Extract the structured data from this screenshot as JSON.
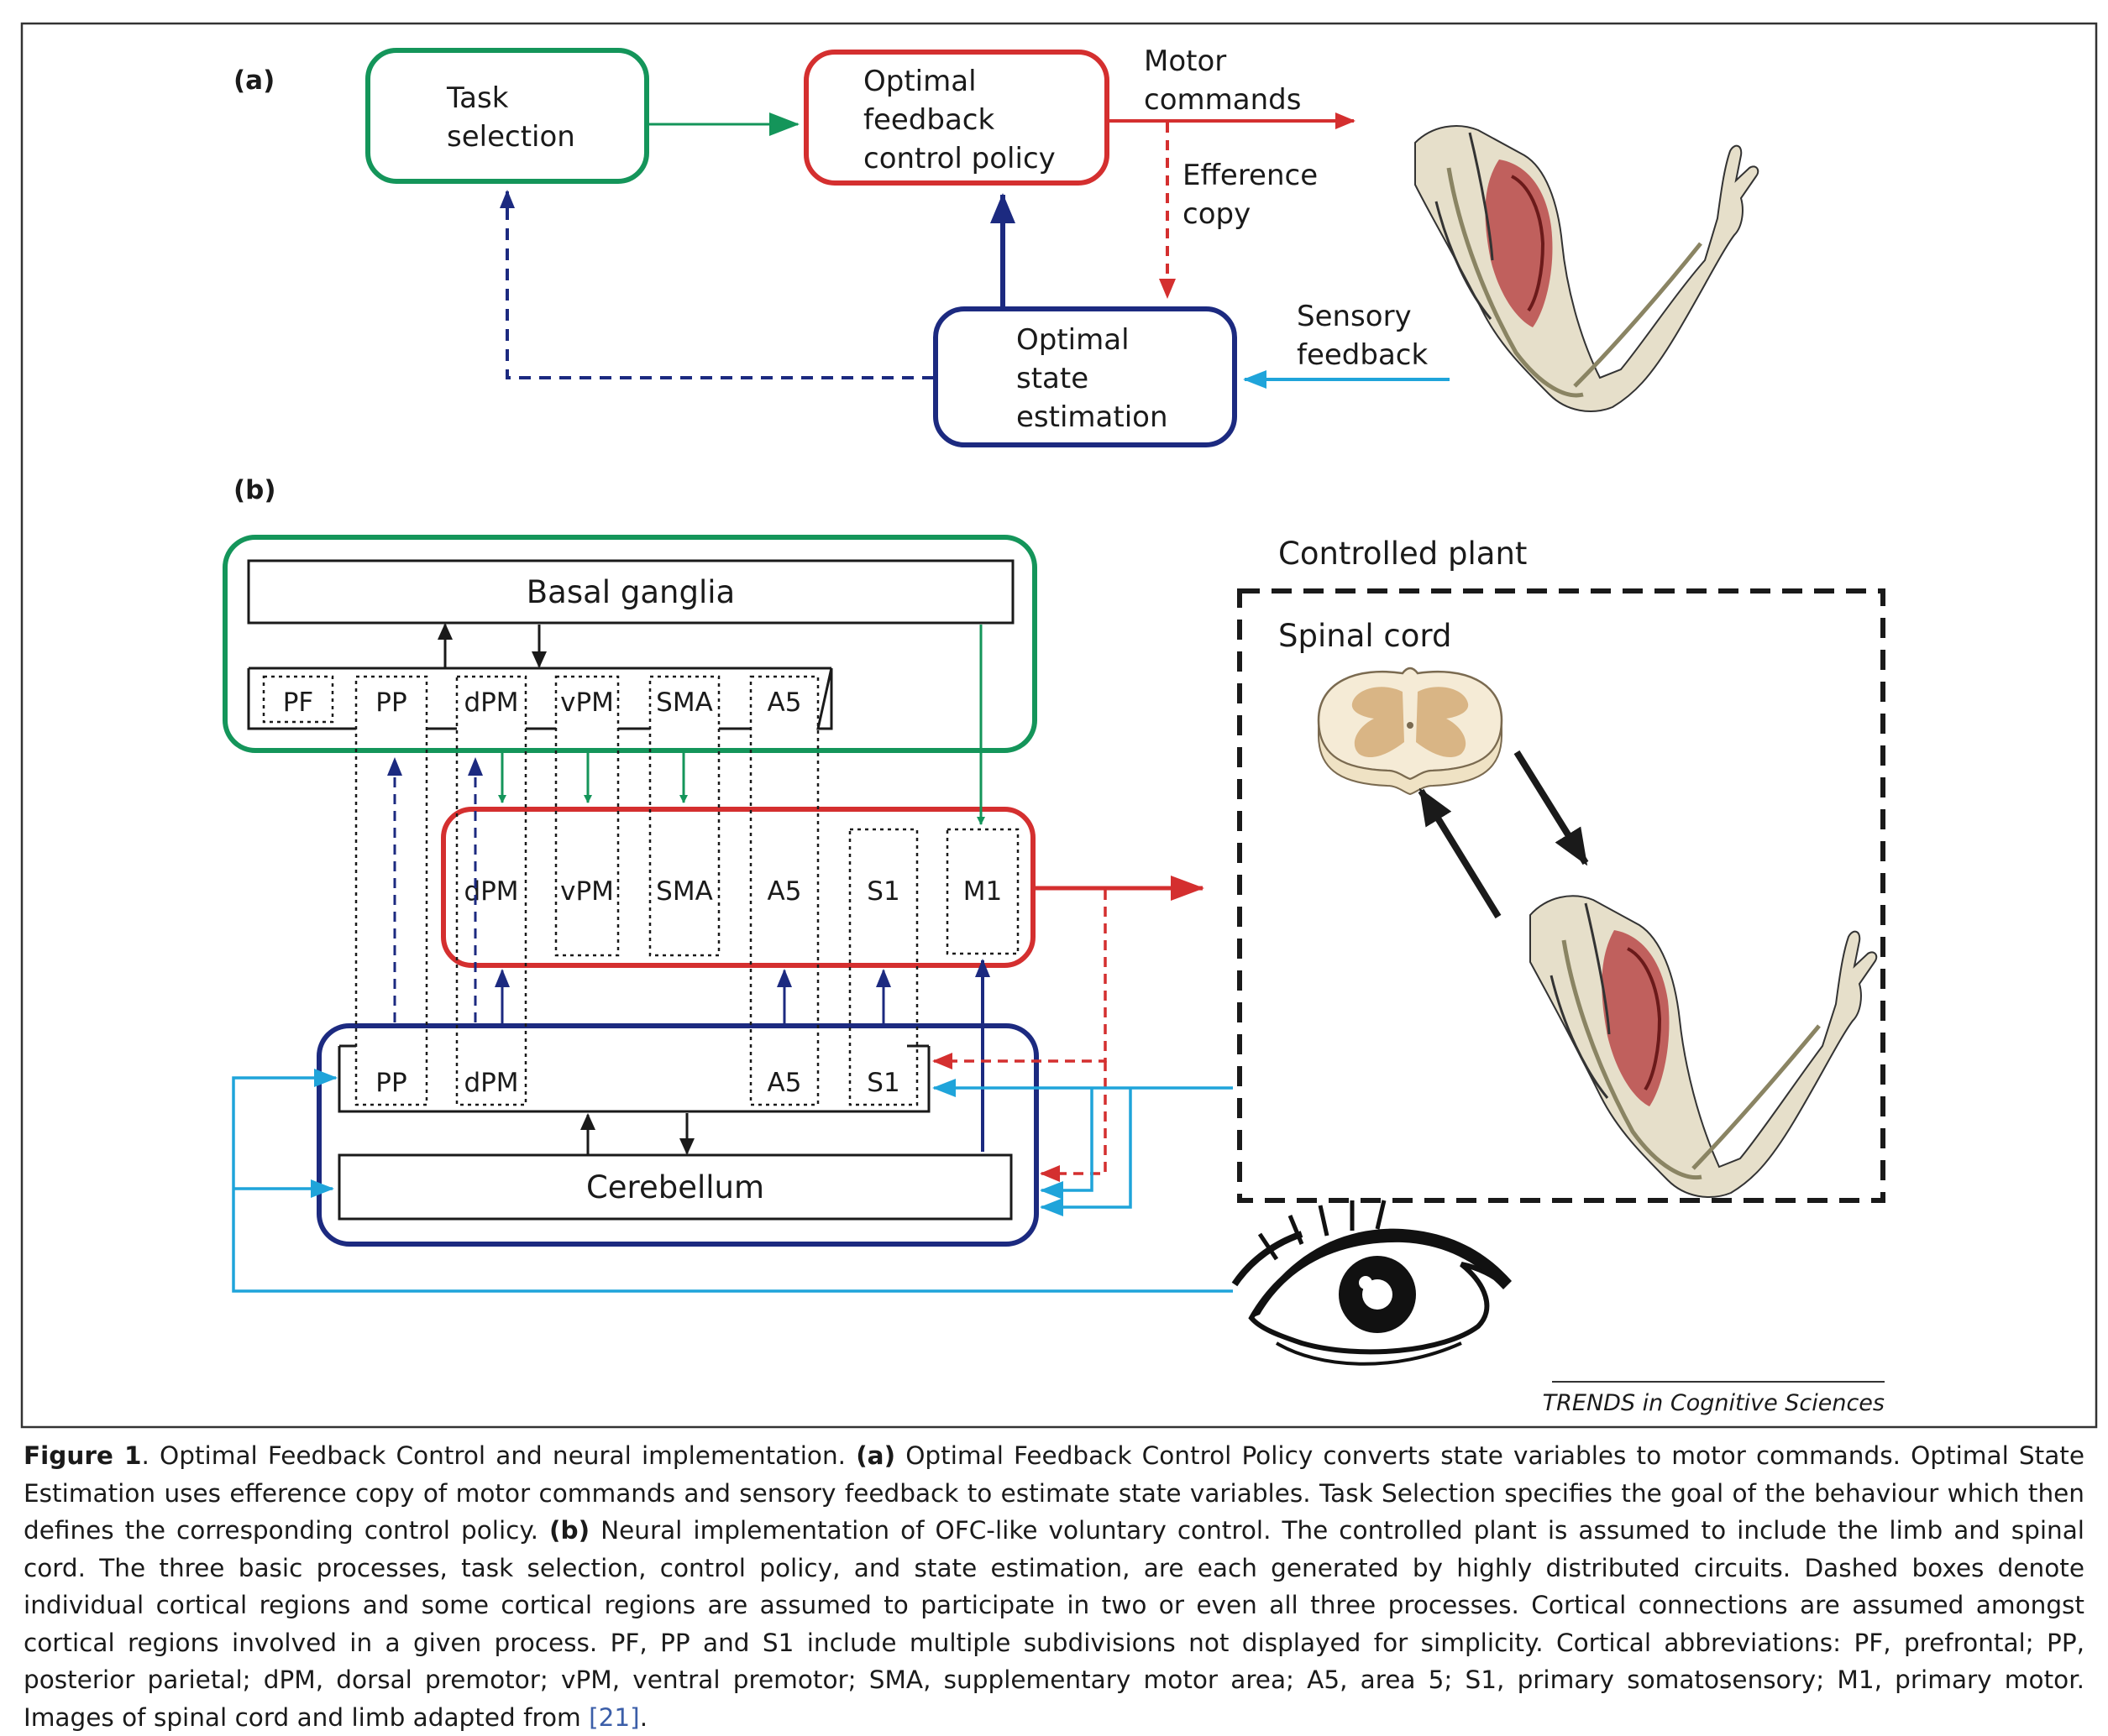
{
  "panel_a": {
    "label": "(a)",
    "task_selection": "Task\nselection",
    "control_policy": "Optimal\nfeedback\ncontrol policy",
    "state_estimation": "Optimal\nstate\nestimation",
    "motor_commands": "Motor\ncommands",
    "efference_copy": "Efference\ncopy",
    "sensory_feedback": "Sensory\nfeedback"
  },
  "panel_b": {
    "label": "(b)",
    "basal_ganglia": "Basal ganglia",
    "cerebellum": "Cerebellum",
    "controlled_plant": "Controlled plant",
    "spinal_cord": "Spinal cord",
    "green_regions": [
      "PF",
      "PP",
      "dPM",
      "vPM",
      "SMA",
      "A5"
    ],
    "red_regions": [
      "dPM",
      "vPM",
      "SMA",
      "A5",
      "S1",
      "M1"
    ],
    "blue_regions": [
      "PP",
      "dPM",
      "A5",
      "S1"
    ]
  },
  "journal": "TRENDS in Cognitive Sciences",
  "colors": {
    "green": "#14955a",
    "red": "#d42f2f",
    "navy": "#1c2a80",
    "cyan": "#1fa4da",
    "black": "#1a1a1a"
  },
  "caption": {
    "figure_label": "Figure 1",
    "lead": ".  Optimal Feedback Control and neural implementation. ",
    "a_label": "(a)",
    "a_text": " Optimal Feedback Control Policy converts state variables to motor commands. Optimal State Estimation uses efference copy of motor commands and sensory feedback to estimate state variables. Task Selection specifies the goal of the behaviour which then defines the corresponding control policy. ",
    "b_label": "(b)",
    "b_text": " Neural implementation of OFC-like voluntary control. The controlled plant is assumed to include the limb and spinal cord. The three basic processes, task selection, control policy, and state estimation, are each generated by highly distributed circuits. Dashed boxes denote individual cortical regions and some cortical regions are assumed to participate in two or even all three processes. Cortical connections are assumed amongst cortical regions involved in a given process. PF, PP and S1 include multiple subdivisions not displayed for simplicity. Cortical abbreviations: PF, prefrontal; PP, posterior parietal; dPM, dorsal premotor; vPM, ventral premotor; SMA, supplementary motor area; A5, area 5; S1, primary somatosensory; M1, primary motor. Images of spinal cord and limb adapted from ",
    "ref": "[21]",
    "end": "."
  }
}
